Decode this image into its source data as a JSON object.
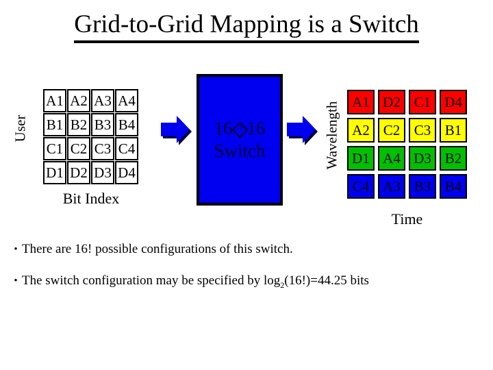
{
  "title": "Grid-to-Grid Mapping is a Switch",
  "left_panel": {
    "y_axis_label": "User",
    "x_axis_label": "Bit Index",
    "cell_bg": "#ffffff",
    "rows": [
      [
        "A1",
        "A2",
        "A3",
        "A4"
      ],
      [
        "B1",
        "B2",
        "B3",
        "B4"
      ],
      [
        "C1",
        "C2",
        "C3",
        "C4"
      ],
      [
        "D1",
        "D2",
        "D3",
        "D4"
      ]
    ]
  },
  "switch": {
    "line1_prefix": "16",
    "line1_suffix": "16",
    "missing_glyph": "replacement-character",
    "line2": "Switch",
    "box_color": "#0000f0"
  },
  "arrows": {
    "in_name": "input-arrow",
    "out_name": "output-arrow",
    "color": "#0000f0",
    "shadow": "#000033"
  },
  "right_panel": {
    "y_axis_label": "Wavelength",
    "x_axis_label": "Time",
    "row_colors": [
      "#ff0000",
      "#ffff00",
      "#00c000",
      "#0000f0"
    ],
    "rows": [
      [
        "A1",
        "D2",
        "C1",
        "D4"
      ],
      [
        "A2",
        "C2",
        "C3",
        "B1"
      ],
      [
        "D1",
        "A4",
        "D3",
        "B2"
      ],
      [
        "C4",
        "A3",
        "B3",
        "B4"
      ]
    ]
  },
  "bullets": [
    {
      "marker": "•",
      "text_before_sub": "There are 16! possible configurations of this switch.",
      "sub": "",
      "text_after_sub": ""
    },
    {
      "marker": "•",
      "text_before_sub": "The switch configuration may be specified by log",
      "sub": "2",
      "text_after_sub": "(16!)=44.25 bits"
    }
  ]
}
